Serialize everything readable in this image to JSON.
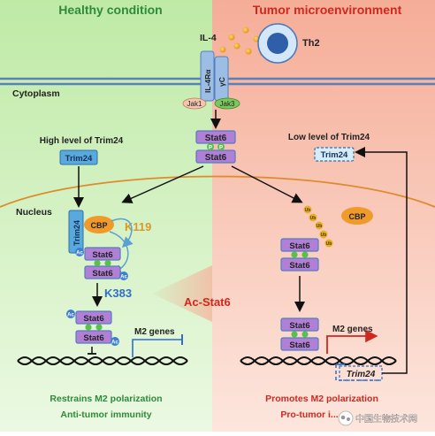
{
  "panels": {
    "left_title": "Healthy condition",
    "right_title": "Tumor microenvironment",
    "left_title_color": "#2e8b3a",
    "right_title_color": "#d0281e",
    "left_bg_color": "#c8ecb4",
    "right_bg_color": "#f7b7a3"
  },
  "cytokine": {
    "il4": "IL-4",
    "th2": "Th2"
  },
  "receptor": {
    "il4ra": "IL-4Rα",
    "gc": "γC",
    "jak1": "Jak1",
    "jak3": "Jak3"
  },
  "compartments": {
    "cytoplasm": "Cytoplasm",
    "nucleus": "Nucleus"
  },
  "trim24": {
    "high_label": "High level of Trim24",
    "low_label": "Low level of Trim24",
    "name": "Trim24",
    "gene_italic": "Trim24"
  },
  "stat6": {
    "name": "Stat6",
    "p": "P",
    "ac": "Ac",
    "ub": "Ub"
  },
  "modifications": {
    "cbp": "CBP",
    "k119": "K119",
    "k383": "K383",
    "ac_stat6": "Ac-Stat6"
  },
  "genes": {
    "m2_genes": "M2 genes"
  },
  "outcomes": {
    "left_line1": "Restrains M2 polarization",
    "left_line2": "Anti-tumor immunity",
    "right_line1": "Promotes M2 polarization",
    "right_line2": "Pro-tumor i...",
    "watermark": "中国生物技术网"
  }
}
